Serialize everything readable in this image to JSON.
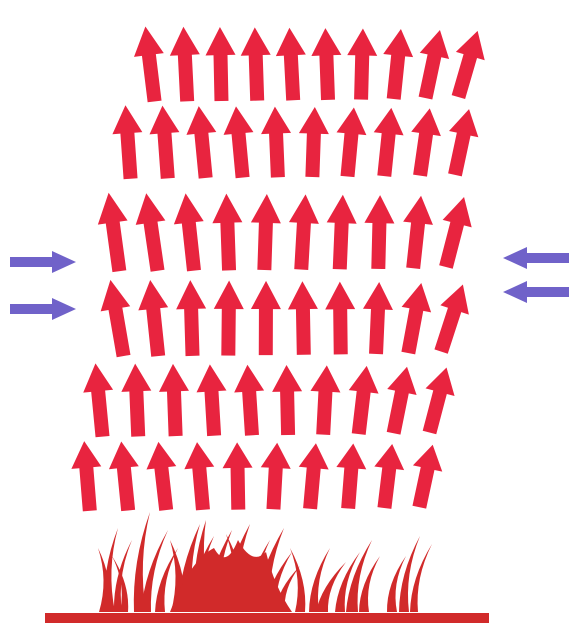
{
  "diagram": {
    "colors": {
      "background": "#ffffff",
      "updraft_arrow": "#e8243f",
      "wind_arrow": "#7062c9",
      "fire": "#d12a2a",
      "ground": "#d12a2a"
    },
    "icons": {
      "updraft": "up-arrow-icon",
      "wind": "horizontal-arrow-icon",
      "fire": "flame-icon",
      "ground": "ground-line"
    },
    "updraft_rows": 6,
    "updraft_arrows_per_row": 10,
    "wind_arrows_left": {
      "direction": "right",
      "count": 2
    },
    "wind_arrows_right": {
      "direction": "left",
      "count": 2
    }
  }
}
